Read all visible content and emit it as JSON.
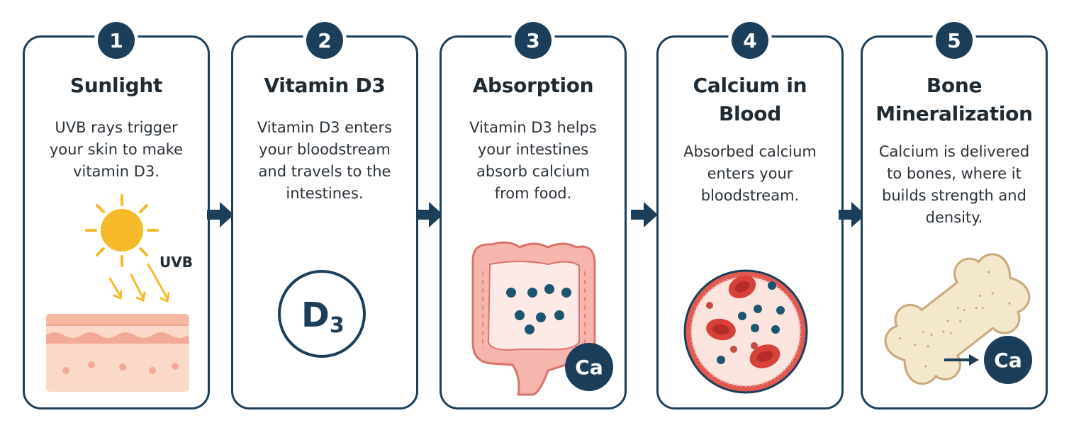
{
  "colors": {
    "navy": "#1b3f5a",
    "sun": "#f6b929",
    "skin": "#f6c5b0",
    "intestine": "#f2a19b",
    "blood_cell": "#d8403a",
    "bone": "#f3e7cc"
  },
  "steps": [
    {
      "number": "1",
      "title": "Sunlight",
      "description": "UVB rays trigger your skin to make vitamin D3.",
      "label": "UVB",
      "icon": "sun-and-skin-illustration"
    },
    {
      "number": "2",
      "title": "Vitamin D3",
      "description": "Vitamin D3 enters your bloodstream and travels to the intestines.",
      "label_main": "D",
      "label_sub": "3",
      "icon": "vitamin-d3-icon"
    },
    {
      "number": "3",
      "title": "Absorption",
      "description": "Vitamin D3 helps your intestines absorb calcium from food.",
      "label": "Ca",
      "icon": "intestine-illustration"
    },
    {
      "number": "4",
      "title": "Calcium in Blood",
      "description": "Absorbed calcium enters your bloodstream.",
      "icon": "blood-vessel-illustration"
    },
    {
      "number": "5",
      "title": "Bone Mineralization",
      "description": "Calcium is delivered to bones, where it builds strength and density.",
      "label": "Ca",
      "icon": "bone-illustration"
    }
  ],
  "connectors": [
    "arrow-right-icon",
    "arrow-right-icon",
    "arrow-right-icon",
    "arrow-right-icon"
  ]
}
